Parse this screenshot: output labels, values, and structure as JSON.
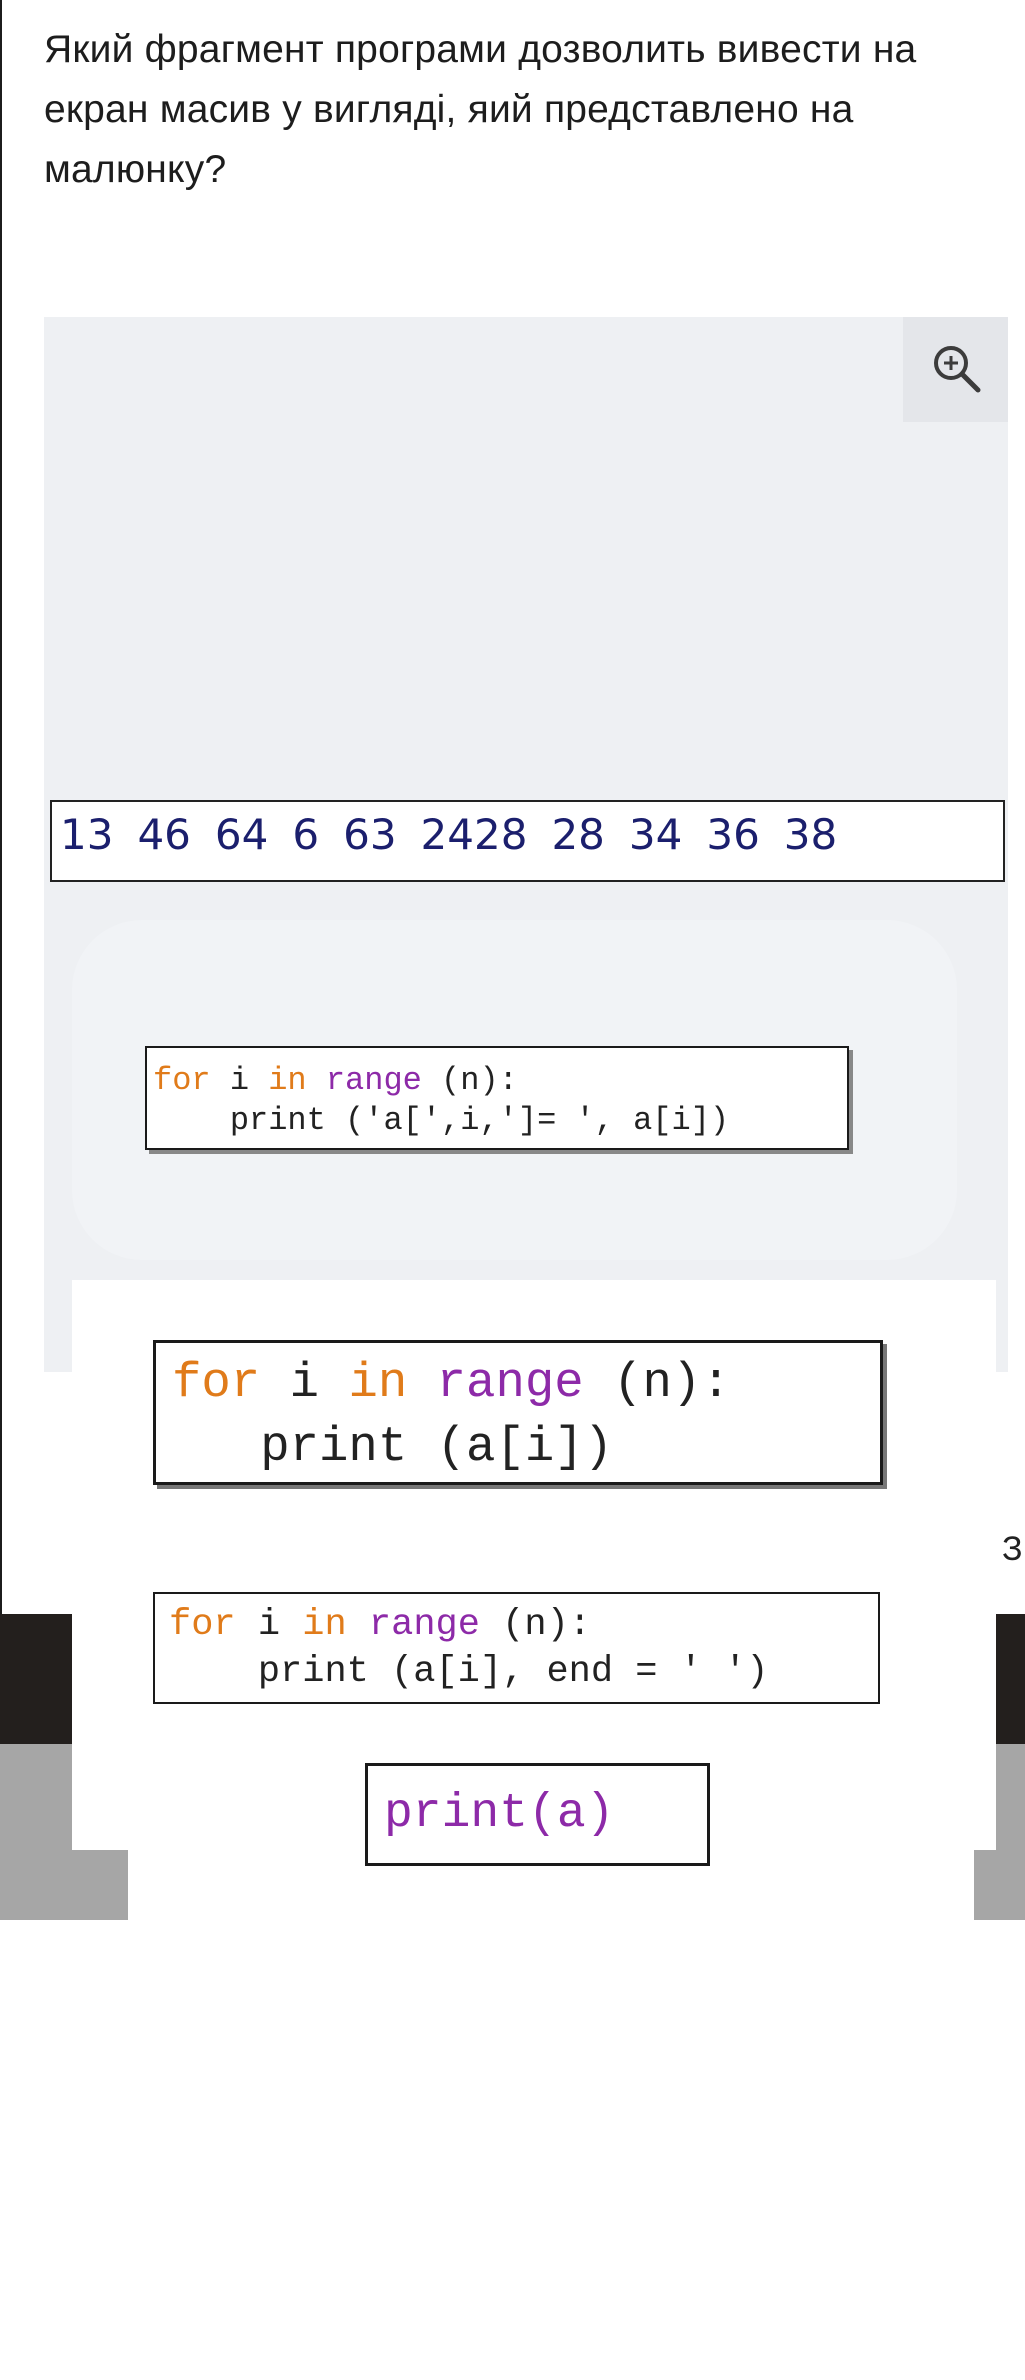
{
  "question": {
    "text": "Який фрагмент програми дозволить вивести на екран масив у вигляді, яий представлено на малюнку?"
  },
  "image": {
    "zoom_icon": "zoom-in-icon",
    "array_values": [
      "13",
      "46",
      "64",
      "6",
      "63",
      "2428",
      "28",
      "34",
      "36",
      "38"
    ]
  },
  "options": [
    {
      "line1": [
        "for",
        "i",
        "in",
        "range",
        "(n):"
      ],
      "line2": "print ('a[',i,']= ', a[i])"
    },
    {
      "line1": [
        "for",
        "i",
        "in",
        "range",
        "(n):"
      ],
      "line2": "print (a[i])"
    },
    {
      "line1": [
        "for",
        "i",
        "in",
        "range",
        "(n):"
      ],
      "line2": "print (a[i], end = ' ')"
    },
    {
      "line1": "print(a)"
    }
  ],
  "side_mark": "З",
  "colors": {
    "keyword": "#e07b1a",
    "builtin": "#8d2aa8",
    "string": "#2a8f2a",
    "array_text": "#1b1f6d"
  }
}
